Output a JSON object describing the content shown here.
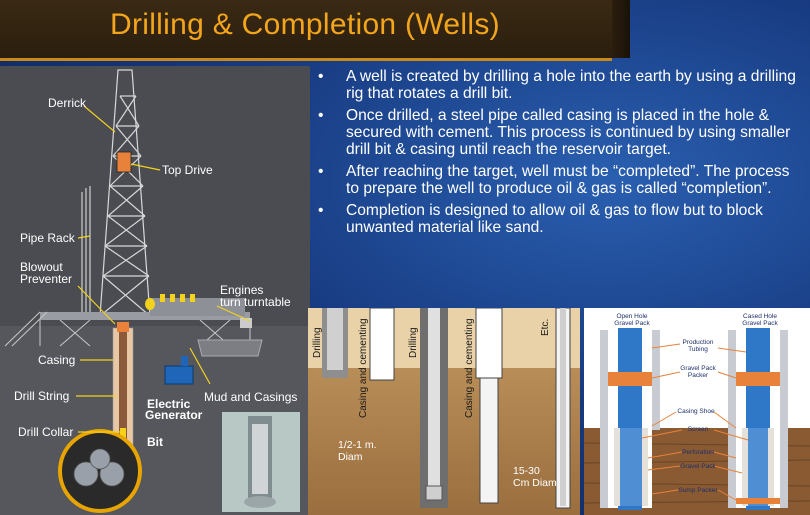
{
  "title": "Drilling & Completion (Wells)",
  "bullets": [
    "A well is created by drilling a hole into the earth by using a drilling rig that rotates a drill bit.",
    "Once drilled, a steel pipe called casing is placed in the hole & secured with cement. This process is continued by using smaller drill bit & casing until reach the reservoir target.",
    "After reaching the target, well must be “completed”. The process to prepare the well to produce oil & gas is called “completion”.",
    "Completion is designed to allow oil & gas to flow but to block unwanted material like sand."
  ],
  "rig_labels": {
    "derrick": "Derrick",
    "top_drive": "Top Drive",
    "pipe_rack": "Pipe Rack",
    "blowout_1": "Blowout",
    "blowout_2": "Preventer",
    "engines_1": "Engines",
    "engines_2": "turn turntable",
    "casing": "Casing",
    "drill_string": "Drill String",
    "electric_1": "Electric",
    "electric_2": "Generator",
    "mud": "Mud and Casings",
    "drill_collar": "Drill Collar",
    "bit": "Bit"
  },
  "stage_labels": {
    "drilling_1": "Drilling",
    "casing_1": "Casing and cementing",
    "drilling_2": "Drilling",
    "casing_2": "Casing and cementing",
    "etc": "Etc.",
    "diam_large_1": "1/2-1 m.",
    "diam_large_2": "Diam",
    "diam_small_1": "15-30",
    "diam_small_2": "Cm Diam"
  },
  "completion_labels": {
    "open_hole_1": "Open Hole",
    "open_hole_2": "Gravel Pack",
    "cased_hole_1": "Cased Hole",
    "cased_hole_2": "Gravel Pack",
    "production_1": "Production",
    "production_2": "Tubing",
    "packer_1": "Gravel Pack",
    "packer_2": "Packer",
    "shoe": "Casing Shoe",
    "screen": "Screen",
    "perforation": "Perforation",
    "gravel": "Gravel Pack",
    "sump": "Sump Packer"
  },
  "colors": {
    "title_text": "#f3a51c",
    "title_bg": "#2b1e0e",
    "slide_bg": "#173a80",
    "rig_bg": "#4a4c52",
    "label_line": "#f2d21b",
    "orange_accent": "#e8823a"
  }
}
